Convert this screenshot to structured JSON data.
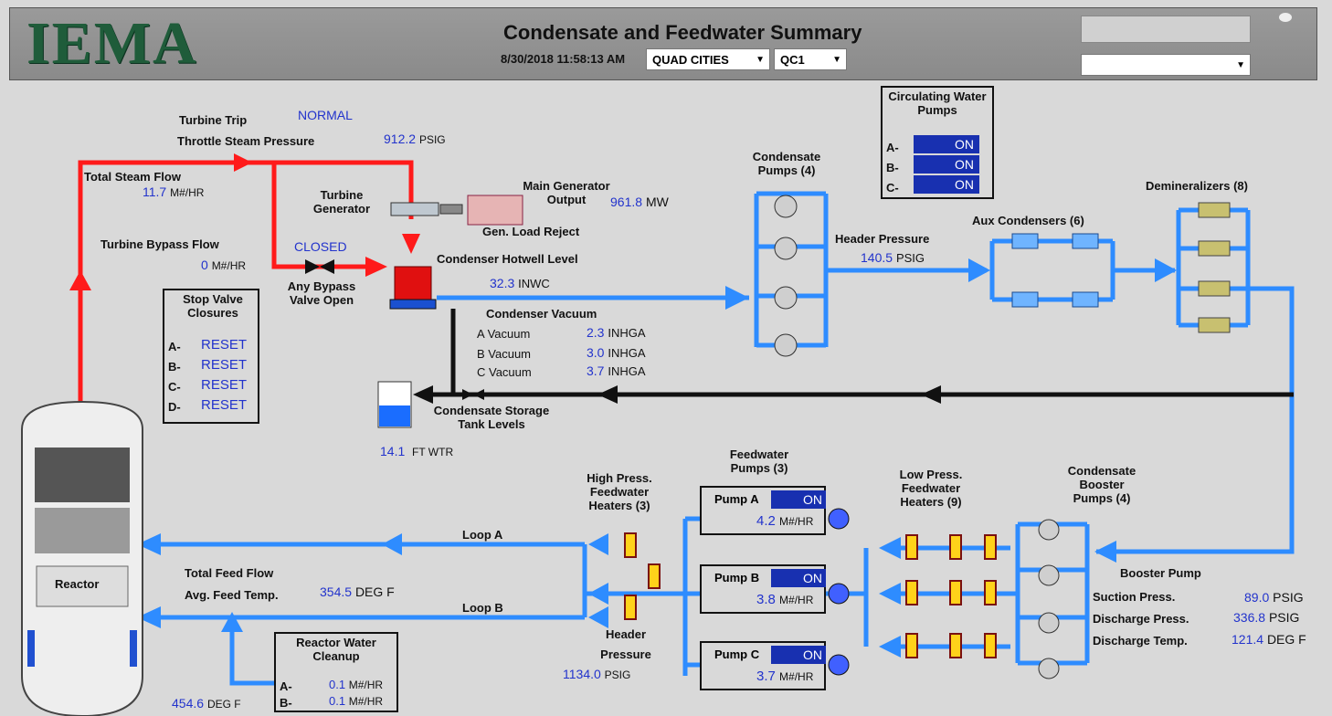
{
  "header": {
    "logo_text": "IEMA",
    "title": "Condensate and Feedwater Summary",
    "timestamp": "8/30/2018 11:58:13 AM",
    "site_select": "QUAD CITIES",
    "unit_select": "QC1",
    "right_select": ""
  },
  "colors": {
    "flow_line": "#2e8cff",
    "steam_line": "#ff1a1a",
    "return_line": "#111111",
    "value_text": "#2233cc",
    "status_on_bg": "#1830b0"
  },
  "turbine": {
    "trip_label": "Turbine Trip",
    "trip_value": "NORMAL",
    "throttle_label": "Throttle Steam Pressure",
    "throttle_value": "912.2",
    "throttle_unit": "PSIG",
    "steam_flow_label": "Total Steam Flow",
    "steam_flow_value": "11.7",
    "steam_flow_unit": "M#/HR",
    "generator_label": "Turbine Generator",
    "bypass_flow_label": "Turbine Bypass Flow",
    "bypass_flow_value": "0",
    "bypass_flow_unit": "M#/HR",
    "bypass_valve_value": "CLOSED",
    "bypass_valve_label": "Any Bypass Valve Open"
  },
  "generator": {
    "label": "Main Generator Output",
    "value": "961.8",
    "unit": "MW",
    "load_reject_label": "Gen. Load Reject"
  },
  "hotwell": {
    "label": "Condenser Hotwell Level",
    "value": "32.3",
    "unit": "INWC"
  },
  "vacuum": {
    "label": "Condenser Vacuum",
    "rows": [
      {
        "name": "A  Vacuum",
        "value": "2.3",
        "unit": "INHGA"
      },
      {
        "name": "B  Vacuum",
        "value": "3.0",
        "unit": "INHGA"
      },
      {
        "name": "C  Vacuum",
        "value": "3.7",
        "unit": "INHGA"
      }
    ]
  },
  "stop_valves": {
    "title": "Stop Valve Closures",
    "rows": [
      {
        "name": "A-",
        "value": "RESET"
      },
      {
        "name": "B-",
        "value": "RESET"
      },
      {
        "name": "C-",
        "value": "RESET"
      },
      {
        "name": "D-",
        "value": "RESET"
      }
    ]
  },
  "storage_tank": {
    "label": "Condensate Storage Tank Levels",
    "value": "14.1",
    "unit": "FT WTR",
    "level_fraction": 0.45
  },
  "circ_water": {
    "title": "Circulating Water Pumps",
    "rows": [
      {
        "name": "A-",
        "value": "ON"
      },
      {
        "name": "B-",
        "value": "ON"
      },
      {
        "name": "C-",
        "value": "ON"
      }
    ]
  },
  "condensate_pumps": {
    "label": "Condensate Pumps (4)",
    "header_label": "Header Pressure",
    "header_value": "140.5",
    "header_unit": "PSIG"
  },
  "aux_condensers": {
    "label": "Aux Condensers (6)"
  },
  "demineralizers": {
    "label": "Demineralizers (8)"
  },
  "booster": {
    "label": "Condensate Booster Pumps (4)",
    "title": "Booster Pump",
    "rows": [
      {
        "name": "Suction Press.",
        "value": "89.0",
        "unit": "PSIG"
      },
      {
        "name": "Discharge Press.",
        "value": "336.8",
        "unit": "PSIG"
      },
      {
        "name": "Discharge Temp.",
        "value": "121.4",
        "unit": "DEG F"
      }
    ]
  },
  "lp_heaters": {
    "label": "Low Press. Feedwater Heaters (9)"
  },
  "fw_pumps": {
    "label": "Feedwater Pumps (3)",
    "pumps": [
      {
        "name": "Pump A",
        "status": "ON",
        "flow": "4.2",
        "unit": "M#/HR"
      },
      {
        "name": "Pump B",
        "status": "ON",
        "flow": "3.8",
        "unit": "M#/HR"
      },
      {
        "name": "Pump C",
        "status": "ON",
        "flow": "3.7",
        "unit": "M#/HR"
      }
    ]
  },
  "hp_heaters": {
    "label": "High Press. Feedwater Heaters (3)",
    "header_label": "Header Pressure",
    "header_value": "1134.0",
    "header_unit": "PSIG"
  },
  "feed": {
    "loop_a": "Loop A",
    "loop_b": "Loop B",
    "total_label": "Total Feed Flow",
    "temp_label": "Avg. Feed Temp.",
    "temp_value": "354.5",
    "temp_unit": "DEG F"
  },
  "rwcu": {
    "title": "Reactor Water Cleanup",
    "rows": [
      {
        "name": "A-",
        "value": "0.1",
        "unit": "M#/HR"
      },
      {
        "name": "B-",
        "value": "0.1",
        "unit": "M#/HR"
      }
    ],
    "temp_value": "454.6",
    "temp_unit": "DEG F"
  },
  "reactor": {
    "label": "Reactor"
  }
}
